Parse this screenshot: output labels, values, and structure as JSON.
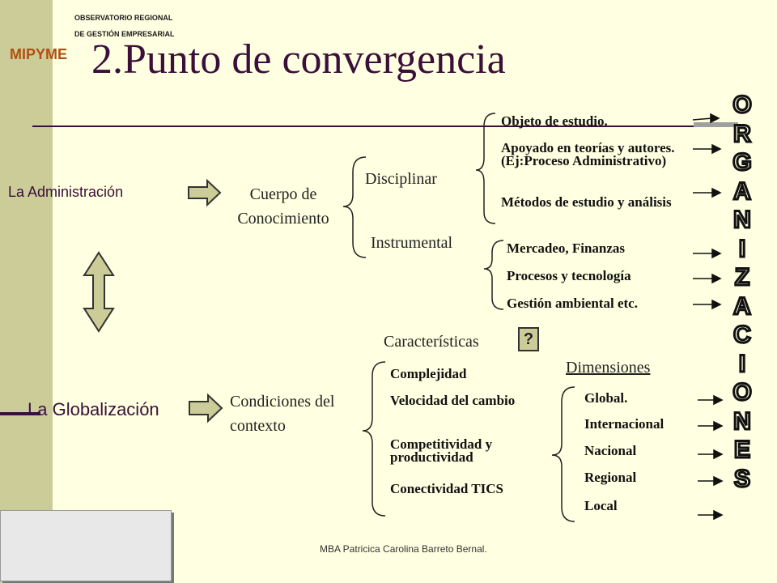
{
  "title": "2.Punto de convergencia",
  "admin": {
    "label": "La Administración",
    "body": "Cuerpo de Conocimiento",
    "branch1": "Disciplinar",
    "branch2": "Instrumental",
    "disciplinar_items": [
      "Objeto de estudio.",
      "Apoyado en teorías y autores.(Ej:Proceso Administrativo)",
      "Métodos de estudio y análisis"
    ],
    "instrumental_items": [
      "Mercadeo, Finanzas",
      "Procesos y tecnología",
      "Gestión ambiental etc."
    ]
  },
  "glob": {
    "label": "La Globalización",
    "body": "Condiciones del contexto",
    "char_header": "Características",
    "question_mark": "?",
    "char_items": [
      "Complejidad",
      "Velocidad del cambio",
      "Competitividad y productividad",
      "Conectividad TICS"
    ],
    "dim_header": "Dimensiones",
    "dim_items": [
      "Global.",
      "Internacional",
      "Nacional",
      "Regional",
      "Local"
    ]
  },
  "vertical_word": "ORGANIZACIONES",
  "footer": "MBA Patricica Carolina Barreto Bernal.",
  "logo": {
    "line1": "OBSERVATORIO REGIONAL",
    "line2": "DE GESTIÓN EMPRESARIAL",
    "name": "MIPYME"
  },
  "colors": {
    "background": "#ffffe1",
    "sidebar": "#cccc99",
    "title": "#3a0f3a",
    "arrow_fill": "#cccc99"
  }
}
